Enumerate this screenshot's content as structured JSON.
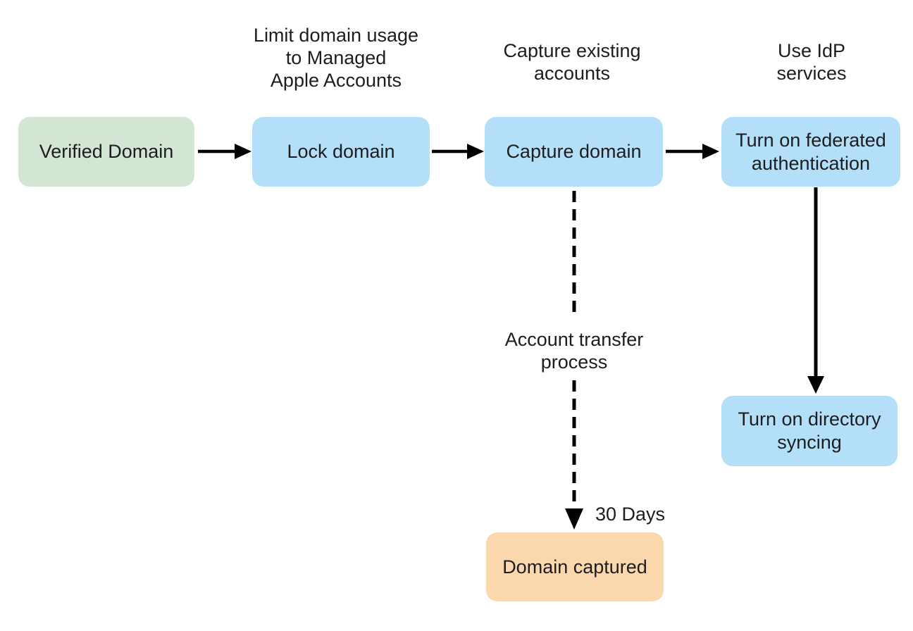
{
  "diagram": {
    "background_color": "#ffffff",
    "text_color": "#1d1d1f",
    "arrow_color": "#000000",
    "nodes": {
      "verified_domain": {
        "label": "Verified Domain",
        "color": "#d3e6d3"
      },
      "lock_domain": {
        "label": "Lock domain",
        "color": "#b3e0f8"
      },
      "capture_domain": {
        "label": "Capture domain",
        "color": "#b3e0f8"
      },
      "federated_auth": {
        "label": "Turn on federated\nauthentication",
        "color": "#b3e0f8"
      },
      "directory_syncing": {
        "label": "Turn on directory\nsyncing",
        "color": "#b3e0f8"
      },
      "domain_captured": {
        "label": "Domain captured",
        "color": "#fbd7ae"
      }
    },
    "annotations": {
      "lock_note": "Limit domain usage\nto Managed\nApple Accounts",
      "capture_note": "Capture existing\naccounts",
      "idp_note": "Use IdP\nservices",
      "transfer_note": "Account transfer\nprocess",
      "duration_label": "30 Days"
    }
  }
}
